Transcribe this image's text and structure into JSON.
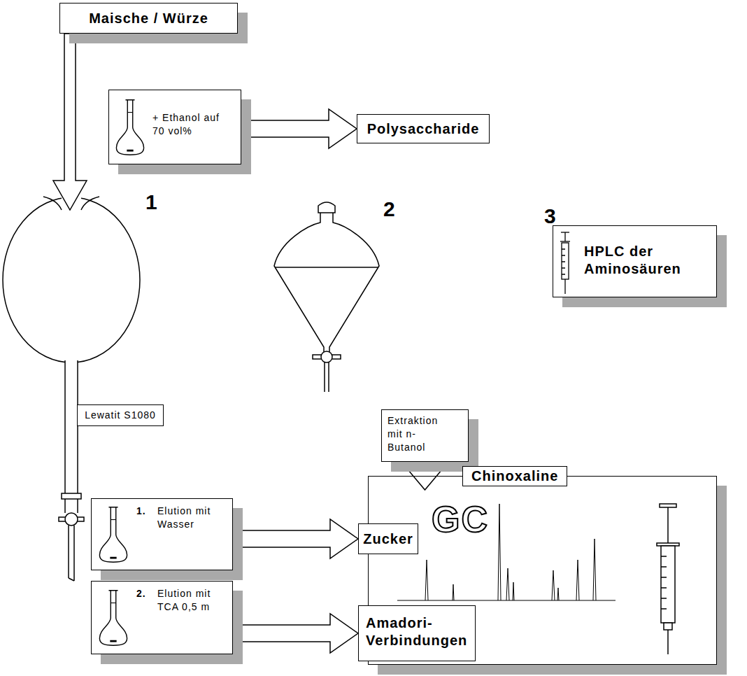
{
  "diagram": {
    "nodes": [
      {
        "text": [
          "Maische / Würze"
        ]
      },
      {
        "text": [
          "+ Ethanol auf 70 vol%"
        ]
      },
      {
        "text": [
          "Polysaccharide"
        ]
      },
      {
        "text": [
          "HPLC der Aminosäuren"
        ]
      },
      {
        "text": [
          "Lewatit S1080"
        ]
      },
      {
        "text": [
          "Extraktion mit n-Butanol"
        ]
      },
      {
        "text": [
          "Chinoxaline",
          "GC"
        ]
      },
      {
        "text": [
          "1.",
          "Elution mit Wasser"
        ]
      },
      {
        "text": [
          "Zucker"
        ]
      },
      {
        "text": [
          "2.",
          "Elution mit TCA 0,5 m"
        ]
      },
      {
        "text": [
          "Amadori-Verbindungen"
        ]
      }
    ],
    "edges": [
      {
        "from": 1,
        "to": 2,
        "arrow": "to"
      },
      {
        "from": 5,
        "to": 6,
        "arrow": "to"
      },
      {
        "from": 7,
        "to": 8,
        "arrow": "to"
      },
      {
        "from": 9,
        "to": 10,
        "arrow": "to"
      }
    ],
    "labels": [
      "1",
      "2",
      "3"
    ]
  }
}
